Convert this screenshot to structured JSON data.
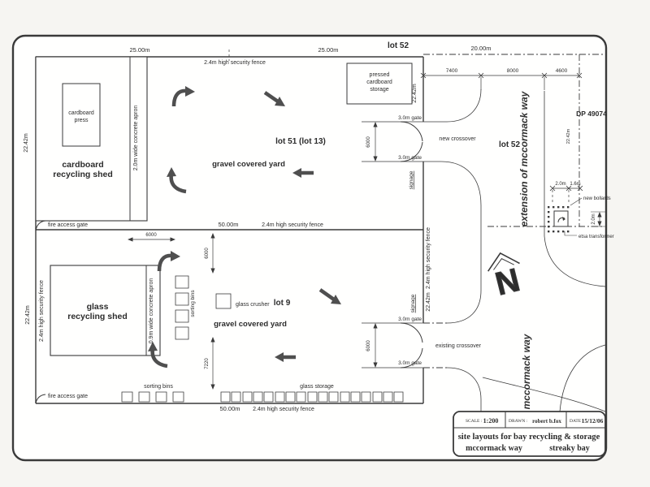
{
  "annotations": {
    "lot52": "lot 52",
    "lot51": "lot 51 (lot 13)",
    "lot9": "lot 9",
    "dp": "DP 49074",
    "gravel_yard": "gravel covered yard",
    "new_crossover": "new crossover",
    "existing_crossover": "existing crossover",
    "extension_road": "extension of mccormack way",
    "road": "mccormack way",
    "fire_gate": "fire access gate",
    "signage": "signage",
    "sorting_bins": "sorting bins",
    "glass_storage": "glass storage",
    "glass_crusher": "glass crusher",
    "new_bollards": "new bollards",
    "etsa": "etsa transformer",
    "north_symbol": "N"
  },
  "buildings": {
    "cardboard_shed_l1": "cardboard",
    "cardboard_shed_l2": "recycling shed",
    "press_l1": "cardboard",
    "press_l2": "press",
    "glass_shed_l1": "glass",
    "glass_shed_l2": "recycling shed",
    "pressed_l1": "pressed",
    "pressed_l2": "cardboard",
    "pressed_l3": "storage",
    "apron_2m": "2.0m wide concrete apron",
    "apron_09m": "0.9m wide concrete apron"
  },
  "dimensions": {
    "d25": "25.00m",
    "d50": "50.00m",
    "d20": "20.00m",
    "d2242": "22.42m",
    "d7400": "7400",
    "d8000": "8000",
    "d4600": "4600",
    "d6000": "6000",
    "d7220": "7220",
    "d2m": "2.0m",
    "d16m": "1.6m",
    "fence": "2.4m high security fence",
    "gate3": "3.0m gate"
  },
  "title_block": {
    "scale_label": "SCALE :",
    "scale_value": "1:200",
    "drawn_label": "DRAWN :",
    "drawn_value": "robert b.fox",
    "date_label": "DATE :",
    "date_value": "15/12/06",
    "title": "site layouts for bay recycling & storage",
    "subtitle_left": "mccormack way",
    "subtitle_right": "streaky bay"
  }
}
